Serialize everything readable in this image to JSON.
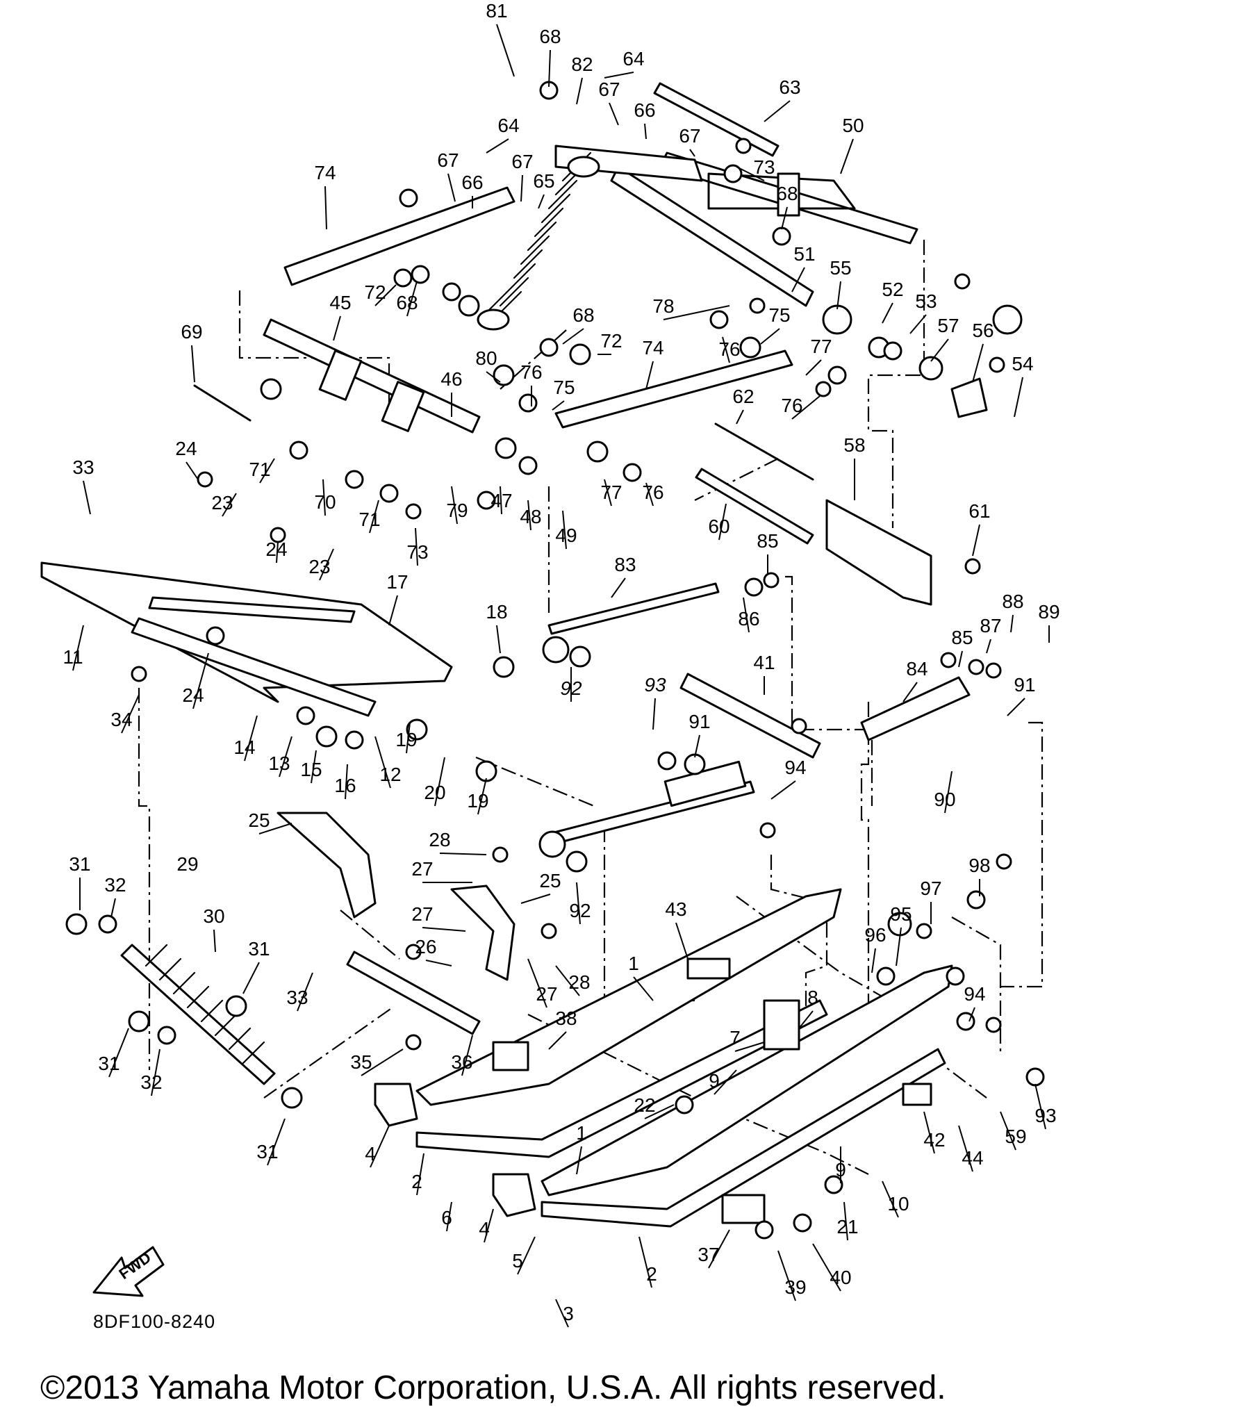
{
  "diagram": {
    "code": "8DF100-8240",
    "copyright": "©2013 Yamaha Motor Corporation, U.S.A. All rights reserved.",
    "fwd_label": "FWD",
    "callouts": [
      {
        "id": "c81",
        "label": "81"
      },
      {
        "id": "c68a",
        "label": "68"
      },
      {
        "id": "c82",
        "label": "82"
      },
      {
        "id": "c64a",
        "label": "64"
      },
      {
        "id": "c67a",
        "label": "67"
      },
      {
        "id": "c66a",
        "label": "66"
      },
      {
        "id": "c63",
        "label": "63"
      },
      {
        "id": "c50",
        "label": "50"
      },
      {
        "id": "c67b",
        "label": "67"
      },
      {
        "id": "c73a",
        "label": "73"
      },
      {
        "id": "c64b",
        "label": "64"
      },
      {
        "id": "c67c",
        "label": "67"
      },
      {
        "id": "c66b",
        "label": "66"
      },
      {
        "id": "c67d",
        "label": "67"
      },
      {
        "id": "c65",
        "label": "65"
      },
      {
        "id": "c68b",
        "label": "68"
      },
      {
        "id": "c74a",
        "label": "74"
      },
      {
        "id": "c72a",
        "label": "72"
      },
      {
        "id": "c68c",
        "label": "68"
      },
      {
        "id": "c51",
        "label": "51"
      },
      {
        "id": "c55",
        "label": "55"
      },
      {
        "id": "c52",
        "label": "52"
      },
      {
        "id": "c53",
        "label": "53"
      },
      {
        "id": "c45",
        "label": "45"
      },
      {
        "id": "c78",
        "label": "78"
      },
      {
        "id": "c68d",
        "label": "68"
      },
      {
        "id": "c72b",
        "label": "72"
      },
      {
        "id": "c75a",
        "label": "75"
      },
      {
        "id": "c76a",
        "label": "76"
      },
      {
        "id": "c77a",
        "label": "77"
      },
      {
        "id": "c57",
        "label": "57"
      },
      {
        "id": "c56",
        "label": "56"
      },
      {
        "id": "c54",
        "label": "54"
      },
      {
        "id": "c69",
        "label": "69"
      },
      {
        "id": "c80",
        "label": "80"
      },
      {
        "id": "c76b",
        "label": "76"
      },
      {
        "id": "c75b",
        "label": "75"
      },
      {
        "id": "c74b",
        "label": "74"
      },
      {
        "id": "c76c",
        "label": "76"
      },
      {
        "id": "c46",
        "label": "46"
      },
      {
        "id": "c62",
        "label": "62"
      },
      {
        "id": "c24a",
        "label": "24"
      },
      {
        "id": "c33a",
        "label": "33"
      },
      {
        "id": "c71a",
        "label": "71"
      },
      {
        "id": "c70",
        "label": "70"
      },
      {
        "id": "c71b",
        "label": "71"
      },
      {
        "id": "c79",
        "label": "79"
      },
      {
        "id": "c47",
        "label": "47"
      },
      {
        "id": "c48",
        "label": "48"
      },
      {
        "id": "c49",
        "label": "49"
      },
      {
        "id": "c77b",
        "label": "77"
      },
      {
        "id": "c76d",
        "label": "76"
      },
      {
        "id": "c58",
        "label": "58"
      },
      {
        "id": "c23a",
        "label": "23"
      },
      {
        "id": "c24b",
        "label": "24"
      },
      {
        "id": "c23b",
        "label": "23"
      },
      {
        "id": "c73b",
        "label": "73"
      },
      {
        "id": "c60",
        "label": "60"
      },
      {
        "id": "c61",
        "label": "61"
      },
      {
        "id": "c85a",
        "label": "85"
      },
      {
        "id": "c17",
        "label": "17"
      },
      {
        "id": "c83",
        "label": "83"
      },
      {
        "id": "c86",
        "label": "86"
      },
      {
        "id": "c11",
        "label": "11"
      },
      {
        "id": "c18",
        "label": "18"
      },
      {
        "id": "c24c",
        "label": "24"
      },
      {
        "id": "c88",
        "label": "88"
      },
      {
        "id": "c89",
        "label": "89"
      },
      {
        "id": "c87",
        "label": "87"
      },
      {
        "id": "c85b",
        "label": "85"
      },
      {
        "id": "c92a",
        "label": "92"
      },
      {
        "id": "c41",
        "label": "41"
      },
      {
        "id": "c84",
        "label": "84"
      },
      {
        "id": "c91a",
        "label": "91"
      },
      {
        "id": "c93a",
        "label": "93"
      },
      {
        "id": "c34",
        "label": "34"
      },
      {
        "id": "c14",
        "label": "14"
      },
      {
        "id": "c13",
        "label": "13"
      },
      {
        "id": "c15",
        "label": "15"
      },
      {
        "id": "c16",
        "label": "16"
      },
      {
        "id": "c12",
        "label": "12"
      },
      {
        "id": "c19a",
        "label": "19"
      },
      {
        "id": "c91b",
        "label": "91"
      },
      {
        "id": "c20",
        "label": "20"
      },
      {
        "id": "c19b",
        "label": "19"
      },
      {
        "id": "c94a",
        "label": "94"
      },
      {
        "id": "c90",
        "label": "90"
      },
      {
        "id": "c25a",
        "label": "25"
      },
      {
        "id": "c28a",
        "label": "28"
      },
      {
        "id": "c27a",
        "label": "27"
      },
      {
        "id": "c25b",
        "label": "25"
      },
      {
        "id": "c92b",
        "label": "92"
      },
      {
        "id": "c31a",
        "label": "31"
      },
      {
        "id": "c29",
        "label": "29"
      },
      {
        "id": "c32a",
        "label": "32"
      },
      {
        "id": "c30",
        "label": "30"
      },
      {
        "id": "c43",
        "label": "43"
      },
      {
        "id": "c98",
        "label": "98"
      },
      {
        "id": "c97",
        "label": "97"
      },
      {
        "id": "c95",
        "label": "95"
      },
      {
        "id": "c96",
        "label": "96"
      },
      {
        "id": "c27b",
        "label": "27"
      },
      {
        "id": "c26",
        "label": "26"
      },
      {
        "id": "c31b",
        "label": "31"
      },
      {
        "id": "c33b",
        "label": "33"
      },
      {
        "id": "c28b",
        "label": "28"
      },
      {
        "id": "c27c",
        "label": "27"
      },
      {
        "id": "c1a",
        "label": "1"
      },
      {
        "id": "c8",
        "label": "8"
      },
      {
        "id": "c94b",
        "label": "94"
      },
      {
        "id": "c7",
        "label": "7"
      },
      {
        "id": "c38",
        "label": "38"
      },
      {
        "id": "c31c",
        "label": "31"
      },
      {
        "id": "c32b",
        "label": "32"
      },
      {
        "id": "c35",
        "label": "35"
      },
      {
        "id": "c36",
        "label": "36"
      },
      {
        "id": "c9a",
        "label": "9"
      },
      {
        "id": "c93b",
        "label": "93"
      },
      {
        "id": "c22",
        "label": "22"
      },
      {
        "id": "c59",
        "label": "59"
      },
      {
        "id": "c42",
        "label": "42"
      },
      {
        "id": "c44",
        "label": "44"
      },
      {
        "id": "c31d",
        "label": "31"
      },
      {
        "id": "c4a",
        "label": "4"
      },
      {
        "id": "c2a",
        "label": "2"
      },
      {
        "id": "c9b",
        "label": "9"
      },
      {
        "id": "c10",
        "label": "10"
      },
      {
        "id": "c1b",
        "label": "1"
      },
      {
        "id": "c21",
        "label": "21"
      },
      {
        "id": "c6",
        "label": "6"
      },
      {
        "id": "c4b",
        "label": "4"
      },
      {
        "id": "c5",
        "label": "5"
      },
      {
        "id": "c37",
        "label": "37"
      },
      {
        "id": "c40",
        "label": "40"
      },
      {
        "id": "c2b",
        "label": "2"
      },
      {
        "id": "c39",
        "label": "39"
      },
      {
        "id": "c3",
        "label": "3"
      }
    ]
  }
}
